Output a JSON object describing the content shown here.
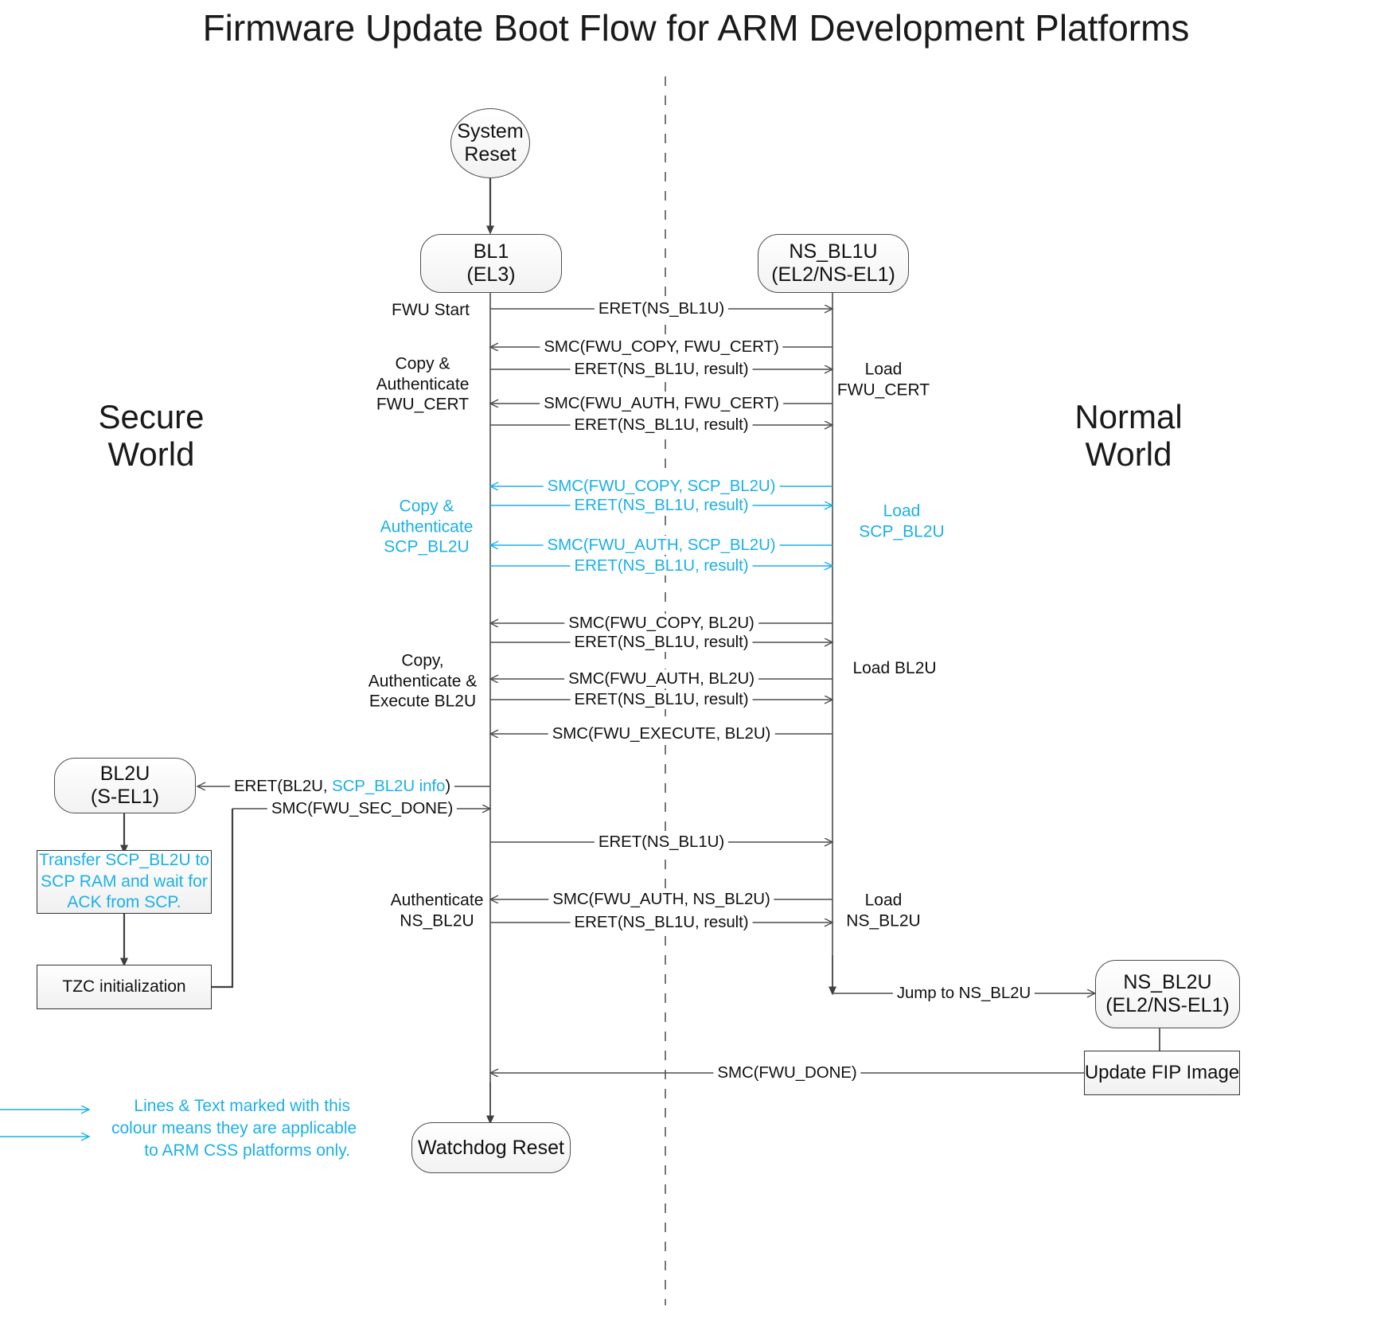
{
  "title": "Firmware Update Boot Flow for ARM Development Platforms",
  "colors": {
    "css_accent": "#1BB0E8",
    "line": "#4d4d4d",
    "text": "#111111",
    "node_fill": "#f2f2f2"
  },
  "worlds": {
    "secure": {
      "line1": "Secure",
      "line2": "World"
    },
    "normal": {
      "line1": "Normal",
      "line2": "World"
    }
  },
  "nodes": {
    "system_reset": {
      "line1": "System",
      "line2": "Reset"
    },
    "bl1": {
      "line1": "BL1",
      "line2": "(EL3)"
    },
    "ns_bl1u": {
      "line1": "NS_BL1U",
      "line2": "(EL2/NS-EL1)"
    },
    "bl2u": {
      "line1": "BL2U",
      "line2": "(S-EL1)"
    },
    "ns_bl2u": {
      "line1": "NS_BL2U",
      "line2": "(EL2/NS-EL1)"
    },
    "watchdog_reset": {
      "line1": "Watchdog Reset"
    },
    "transfer_scp": {
      "line1": "Transfer SCP_BL2U to",
      "line2": "SCP RAM and wait for",
      "line3": "ACK from SCP."
    },
    "tzc_init": {
      "line1": "TZC initialization"
    },
    "update_fip": {
      "line1": "Update FIP Image"
    }
  },
  "messages": [
    {
      "id": "eret-ns-bl1u-1",
      "label": "ERET(NS_BL1U)",
      "css_only": false
    },
    {
      "id": "smc-fwu-copy-fwu-cert",
      "label": "SMC(FWU_COPY, FWU_CERT)",
      "css_only": false
    },
    {
      "id": "eret-ns-bl1u-result-1",
      "label": "ERET(NS_BL1U, result)",
      "css_only": false
    },
    {
      "id": "smc-fwu-auth-fwu-cert",
      "label": "SMC(FWU_AUTH, FWU_CERT)",
      "css_only": false
    },
    {
      "id": "eret-ns-bl1u-result-2",
      "label": "ERET(NS_BL1U, result)",
      "css_only": false
    },
    {
      "id": "smc-fwu-copy-scp-bl2u",
      "label": "SMC(FWU_COPY, SCP_BL2U)",
      "css_only": true
    },
    {
      "id": "eret-ns-bl1u-result-3",
      "label": "ERET(NS_BL1U, result)",
      "css_only": true
    },
    {
      "id": "smc-fwu-auth-scp-bl2u",
      "label": "SMC(FWU_AUTH, SCP_BL2U)",
      "css_only": true
    },
    {
      "id": "eret-ns-bl1u-result-4",
      "label": "ERET(NS_BL1U, result)",
      "css_only": true
    },
    {
      "id": "smc-fwu-copy-bl2u",
      "label": "SMC(FWU_COPY, BL2U)",
      "css_only": false
    },
    {
      "id": "eret-ns-bl1u-result-5",
      "label": "ERET(NS_BL1U, result)",
      "css_only": false
    },
    {
      "id": "smc-fwu-auth-bl2u",
      "label": "SMC(FWU_AUTH, BL2U)",
      "css_only": false
    },
    {
      "id": "eret-ns-bl1u-result-6",
      "label": "ERET(NS_BL1U, result)",
      "css_only": false
    },
    {
      "id": "smc-fwu-execute-bl2u",
      "label": "SMC(FWU_EXECUTE, BL2U)",
      "css_only": false
    },
    {
      "id": "eret-bl2u",
      "label_prefix": "ERET(BL2U, ",
      "label_css": "SCP_BL2U info",
      "label_suffix": ")",
      "css_only": false
    },
    {
      "id": "smc-fwu-sec-done",
      "label": "SMC(FWU_SEC_DONE)",
      "css_only": false
    },
    {
      "id": "eret-ns-bl1u-2",
      "label": "ERET(NS_BL1U)",
      "css_only": false
    },
    {
      "id": "smc-fwu-auth-ns-bl2u",
      "label": "SMC(FWU_AUTH, NS_BL2U)",
      "css_only": false
    },
    {
      "id": "eret-ns-bl1u-result-7",
      "label": "ERET(NS_BL1U, result)",
      "css_only": false
    },
    {
      "id": "jump-to-ns-bl2u",
      "label": "Jump to NS_BL2U",
      "css_only": false
    },
    {
      "id": "smc-fwu-done",
      "label": "SMC(FWU_DONE)",
      "css_only": false
    }
  ],
  "annotations": {
    "fwu_start": {
      "line1": "FWU Start"
    },
    "copy_auth_fwu_cert": {
      "line1": "Copy &",
      "line2": "Authenticate",
      "line3": "FWU_CERT"
    },
    "load_fwu_cert": {
      "line1": "Load",
      "line2": "FWU_CERT"
    },
    "copy_auth_scp_bl2u": {
      "line1": "Copy &",
      "line2": "Authenticate",
      "line3": "SCP_BL2U"
    },
    "load_scp_bl2u": {
      "line1": "Load",
      "line2": "SCP_BL2U"
    },
    "copy_auth_exec_bl2u": {
      "line1": "Copy,",
      "line2": "Authenticate &",
      "line3": "Execute BL2U"
    },
    "load_bl2u": {
      "line1": "Load BL2U"
    },
    "authenticate_ns_bl2u": {
      "line1": "Authenticate",
      "line2": "NS_BL2U"
    },
    "load_ns_bl2u": {
      "line1": "Load",
      "line2": "NS_BL2U"
    }
  },
  "legend": {
    "line1": "Lines & Text marked with this",
    "line2": "colour means they are applicable",
    "line3": "to ARM CSS platforms only."
  }
}
